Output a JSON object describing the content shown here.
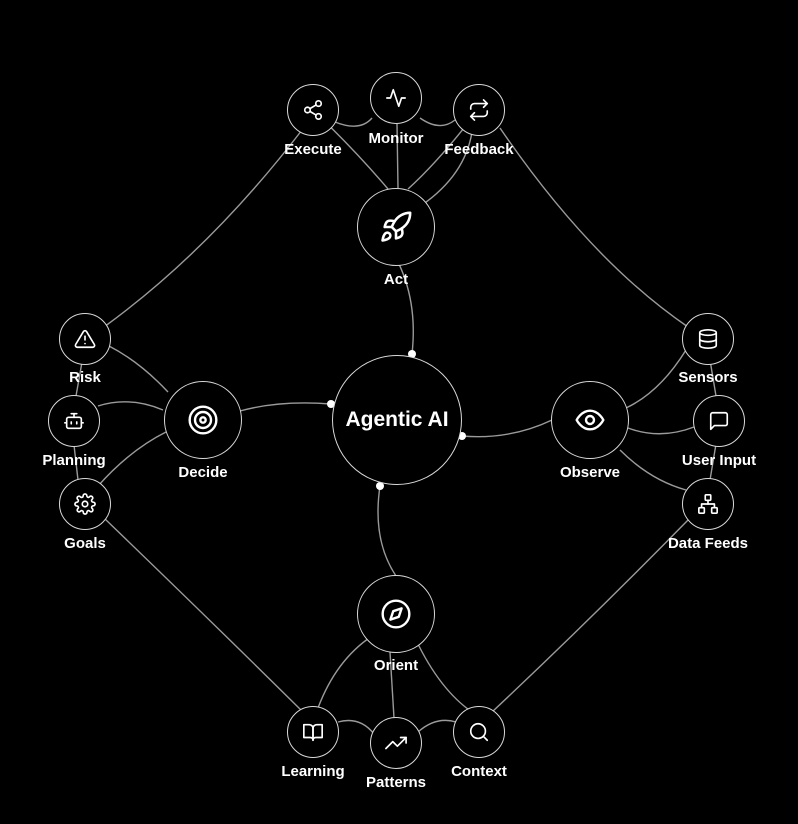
{
  "center": {
    "label": "Agentic AI"
  },
  "hubs": {
    "act": {
      "label": "Act",
      "icon": "rocket-icon"
    },
    "decide": {
      "label": "Decide",
      "icon": "target-icon"
    },
    "observe": {
      "label": "Observe",
      "icon": "eye-icon"
    },
    "orient": {
      "label": "Orient",
      "icon": "compass-icon"
    }
  },
  "satellites": {
    "execute": {
      "label": "Execute",
      "icon": "share-icon"
    },
    "monitor": {
      "label": "Monitor",
      "icon": "activity-icon"
    },
    "feedback": {
      "label": "Feedback",
      "icon": "repeat-icon"
    },
    "risk": {
      "label": "Risk",
      "icon": "warning-icon"
    },
    "planning": {
      "label": "Planning",
      "icon": "robot-icon"
    },
    "goals": {
      "label": "Goals",
      "icon": "gear-icon"
    },
    "sensors": {
      "label": "Sensors",
      "icon": "database-icon"
    },
    "user_input": {
      "label": "User Input",
      "icon": "chat-icon"
    },
    "data_feeds": {
      "label": "Data Feeds",
      "icon": "network-icon"
    },
    "learning": {
      "label": "Learning",
      "icon": "book-icon"
    },
    "patterns": {
      "label": "Patterns",
      "icon": "trending-up-icon"
    },
    "context": {
      "label": "Context",
      "icon": "search-icon"
    }
  },
  "colors": {
    "background": "#000000",
    "line": "#9a9a9a",
    "node_border": "#d9d9d9",
    "text": "#ffffff"
  }
}
